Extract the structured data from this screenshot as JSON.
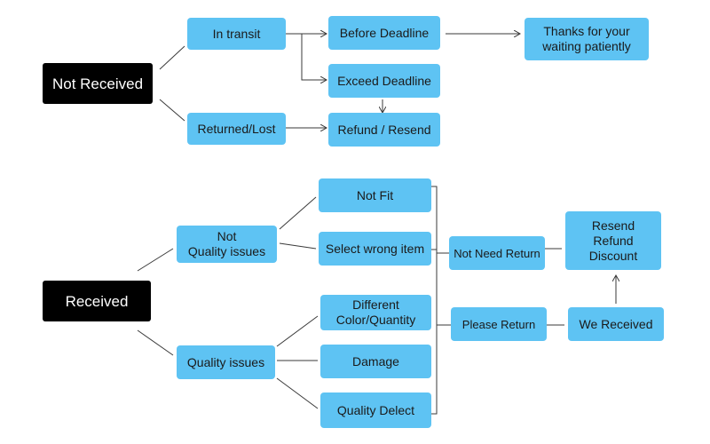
{
  "nodes": {
    "not_received": "Not Received",
    "in_transit": "In transit",
    "returned_lost": "Returned/Lost",
    "before_deadline": "Before Deadline",
    "exceed_deadline": "Exceed Deadline",
    "refund_resend": "Refund / Resend",
    "thanks": "Thanks for your\nwaiting patiently",
    "received": "Received",
    "not_quality_issues": "Not\nQuality issues",
    "quality_issues": "Quality issues",
    "not_fit": "Not Fit",
    "select_wrong_item": "Select wrong item",
    "different_color_quantity": "Different\nColor/Quantity",
    "damage": "Damage",
    "quality_delect": "Quality Delect",
    "not_need_return": "Not Need Return",
    "please_return": "Please Return",
    "we_received": "We Received",
    "resend_refund_discount": "Resend\nRefund\nDiscount"
  },
  "colors": {
    "box": "#5ec3f3",
    "root": "#000000",
    "line": "#3a3a3a"
  }
}
